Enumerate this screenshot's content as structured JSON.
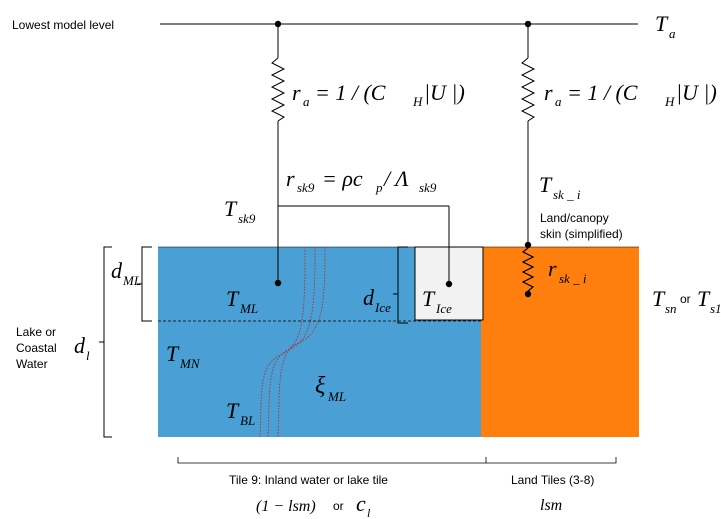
{
  "colors": {
    "water": "#4a9fd4",
    "land": "#ff7f0e",
    "ice": "#f2f2f2",
    "line": "#000000",
    "curve": "#b03030"
  },
  "labels": {
    "lowest_model_level": "Lowest model level",
    "t_a": {
      "main": "T",
      "sub": "a"
    },
    "r_a_left": {
      "lhs": "r",
      "sub": "a",
      "rhs": "= 1 / (C",
      "csub": "H",
      "tail": " |U |)"
    },
    "r_a_right": {
      "lhs": "r",
      "sub": "a",
      "rhs": "= 1 / (C",
      "csub": "H",
      "tail": " |U |)"
    },
    "r_sk9": {
      "lhs": "r",
      "sub": "sk9",
      "rhs": "= ρc",
      "psub": "p",
      "tail": " / Λ",
      "tsub": "sk9"
    },
    "t_sk9": {
      "main": "T",
      "sub": "sk9"
    },
    "t_sk_i": {
      "main": "T",
      "sub": "sk _ i"
    },
    "land_skin": [
      "Land/canopy",
      "skin (simplified)"
    ],
    "r_sk_i": {
      "main": "r",
      "sub": "sk _ i"
    },
    "d_ml": {
      "main": "d",
      "sub": "ML"
    },
    "t_ml": {
      "main": "T",
      "sub": "ML"
    },
    "d_ice": {
      "main": "d",
      "sub": "Ice"
    },
    "t_ice": {
      "main": "T",
      "sub": "Ice"
    },
    "t_sn": {
      "main": "T",
      "sub": "sn"
    },
    "or_text": "or",
    "t_s1": {
      "main": "T",
      "sub": "s1"
    },
    "lake_water": [
      "Lake or",
      "Coastal",
      "Water"
    ],
    "d_l": {
      "main": "d",
      "sub": "l"
    },
    "t_mn": {
      "main": "T",
      "sub": "MN"
    },
    "xi_ml": {
      "main": "ξ",
      "sub": "ML"
    },
    "t_bl": {
      "main": "T",
      "sub": "BL"
    },
    "tile9": "Tile 9: Inland water or lake tile",
    "land_tiles": "Land Tiles (3-8)",
    "one_minus_lsm": "(1 − lsm)",
    "c_l": {
      "main": "c",
      "sub": "l"
    },
    "lsm": "lsm"
  }
}
